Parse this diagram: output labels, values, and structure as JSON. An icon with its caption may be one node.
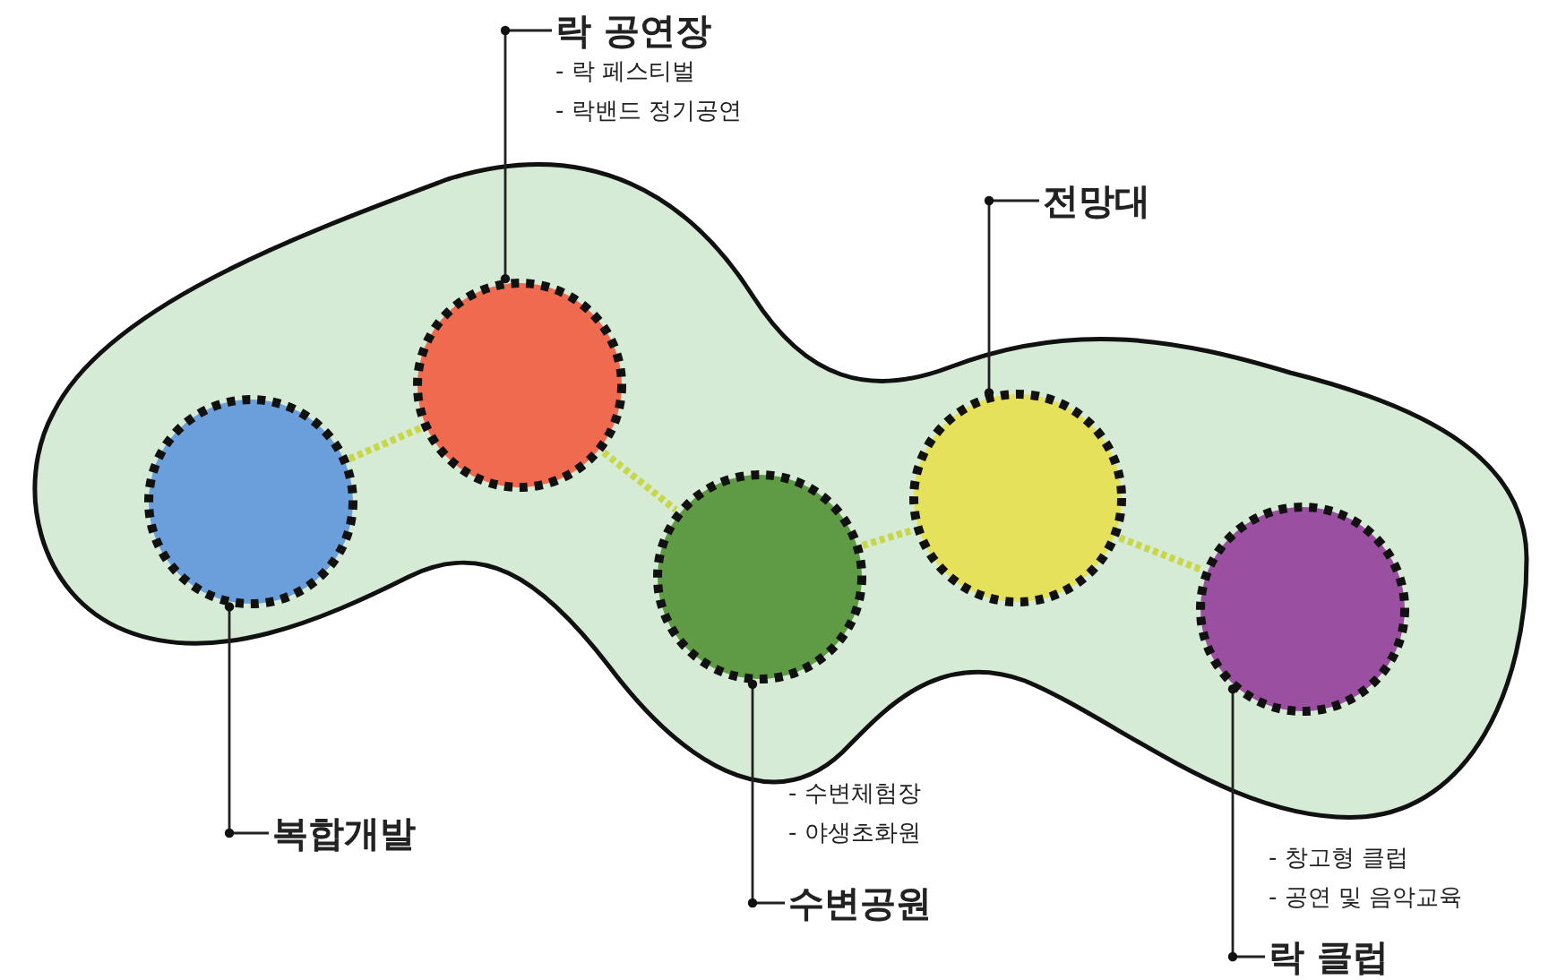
{
  "diagram": {
    "nodes": [
      {
        "text": [
          "락 공연장",
          "- 락 페스티벌",
          "- 락밴드 정기공연"
        ]
      },
      {
        "text": [
          "전망대"
        ]
      },
      {
        "text": [],
        "shape": "circle"
      },
      {
        "text": [],
        "shape": "circle"
      },
      {
        "text": [],
        "shape": "circle"
      },
      {
        "text": [],
        "shape": "circle"
      },
      {
        "text": [],
        "shape": "circle"
      },
      {
        "text": [
          "복합개발"
        ]
      },
      {
        "text": [
          "- 수변체험장",
          "- 야생초화원",
          "수변공원"
        ]
      },
      {
        "text": [
          "- 창고형 클럽",
          "- 공연 및 음악교육",
          "락 클럽"
        ]
      }
    ],
    "edges": [
      {
        "from": 0,
        "to": 3,
        "arrow": "other"
      },
      {
        "from": 1,
        "to": 5,
        "arrow": "other"
      },
      {
        "from": 7,
        "to": 2,
        "arrow": "other"
      },
      {
        "from": 8,
        "to": 4,
        "arrow": "other"
      },
      {
        "from": 9,
        "to": 6,
        "arrow": "other"
      },
      {
        "from": 2,
        "to": 3,
        "arrow": "none",
        "style": "dashed",
        "color": "#c9d64a"
      },
      {
        "from": 3,
        "to": 4,
        "arrow": "none",
        "style": "dashed",
        "color": "#c9d64a"
      },
      {
        "from": 4,
        "to": 5,
        "arrow": "none",
        "style": "dashed",
        "color": "#c9d64a"
      },
      {
        "from": 5,
        "to": 6,
        "arrow": "none",
        "style": "dashed",
        "color": "#c9d64a"
      }
    ]
  }
}
